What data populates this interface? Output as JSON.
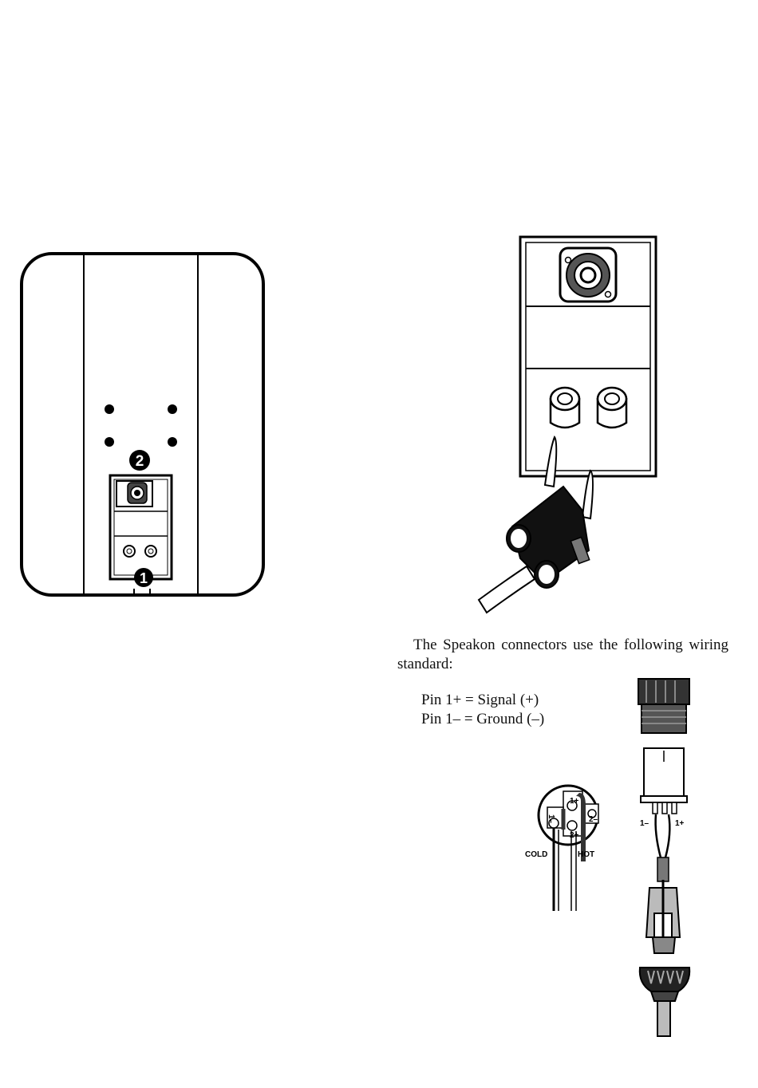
{
  "speaker_figure": {
    "callout_1": "1",
    "callout_2": "2"
  },
  "wiring_text": {
    "intro": "The Speakon connectors use the following wiring standard:",
    "pin_1_plus": "Pin 1+ = Signal (+)",
    "pin_1_minus": "Pin 1– = Ground (–)"
  },
  "pinout_diagram": {
    "label_cold": "COLD",
    "label_hot": "HOT",
    "pin_1_plus": "1+",
    "pin_1_minus": "1–",
    "pin_2_plus": "2+",
    "pin_2_minus": "2–"
  },
  "plug_diagram": {
    "label_1_minus": "1–",
    "label_1_plus": "1+"
  }
}
